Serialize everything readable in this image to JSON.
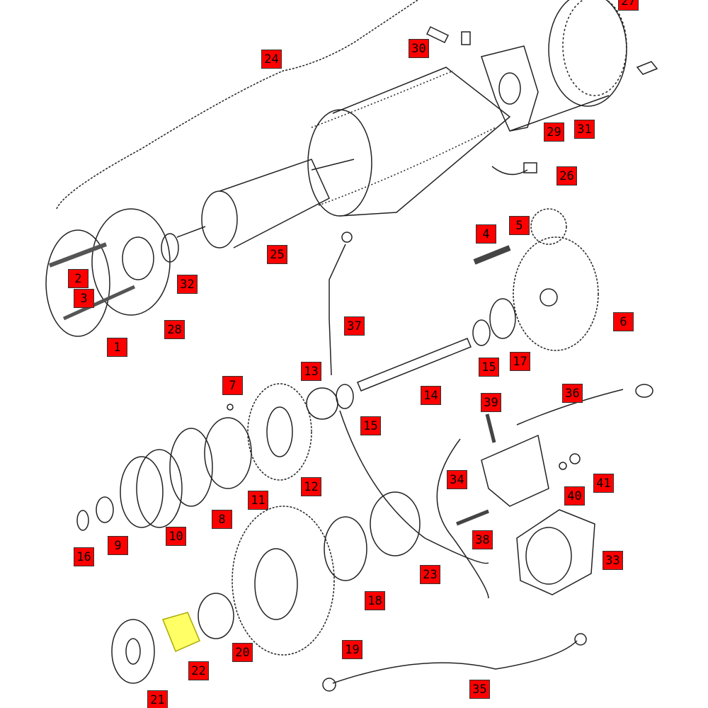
{
  "diagram": {
    "title": "Starter motor exploded parts diagram",
    "highlight_color": "#ffff66",
    "label_color": "#ff0000",
    "labels": {
      "p1": "1",
      "p2": "2",
      "p3": "3",
      "p4": "4",
      "p5": "5",
      "p6": "6",
      "p7": "7",
      "p8": "8",
      "p9": "9",
      "p10": "10",
      "p11": "11",
      "p12": "12",
      "p13": "13",
      "p14": "14",
      "p15a": "15",
      "p15b": "15",
      "p16": "16",
      "p17": "17",
      "p18": "18",
      "p19": "19",
      "p20": "20",
      "p21": "21",
      "p22": "22",
      "p23": "23",
      "p24": "24",
      "p25": "25",
      "p26": "26",
      "p27": "27",
      "p28": "28",
      "p29": "29",
      "p30": "30",
      "p31": "31",
      "p32": "32",
      "p33": "33",
      "p34": "34",
      "p35": "35",
      "p36": "36",
      "p37": "37",
      "p38": "38",
      "p39": "39",
      "p40": "40",
      "p41": "41"
    },
    "highlighted_part": "22"
  }
}
